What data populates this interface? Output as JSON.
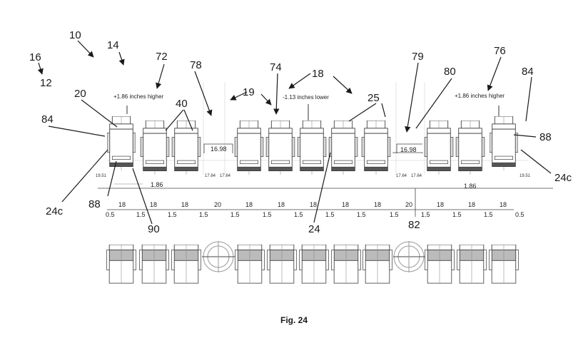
{
  "figure": {
    "caption": "Fig. 24",
    "reference_numerals": {
      "n10": "10",
      "n12": "12",
      "n14": "14",
      "n16": "16",
      "n18": "18",
      "n19": "19",
      "n20": "20",
      "n24": "24",
      "n24c_left": "24c",
      "n24c_right": "24c",
      "n25": "25",
      "n40": "40",
      "n72": "72",
      "n74": "74",
      "n76": "76",
      "n78": "78",
      "n79": "79",
      "n80": "80",
      "n82": "82",
      "n84_left": "84",
      "n84_right": "84",
      "n88_left": "88",
      "n88_right": "88",
      "n90": "90"
    },
    "annotations": {
      "left_higher": "+1.86 inches higher",
      "center_lower": "-1.13 inches lower",
      "right_higher": "+1.86 inches higher"
    },
    "dimensions": {
      "gap_left": "16.98",
      "gap_right": "16.98",
      "end_left": "19.51",
      "end_right": "19.51",
      "aisle_left_a": "17.64",
      "aisle_left_b": "17.64",
      "aisle_right_a": "17.64",
      "aisle_right_b": "17.64",
      "offset_left": "1.86",
      "offset_right": "1.86",
      "seat_widths": [
        "18",
        "18",
        "18",
        "20",
        "18",
        "18",
        "18",
        "18",
        "18",
        "20",
        "18",
        "18",
        "18"
      ],
      "armrest_widths": [
        "0.5",
        "1.5",
        "1.5",
        "1.5",
        "1.5",
        "1.5",
        "1.5",
        "1.5",
        "1.5",
        "1.5",
        "1.5",
        "1.5",
        "1.5",
        "0.5"
      ]
    }
  }
}
